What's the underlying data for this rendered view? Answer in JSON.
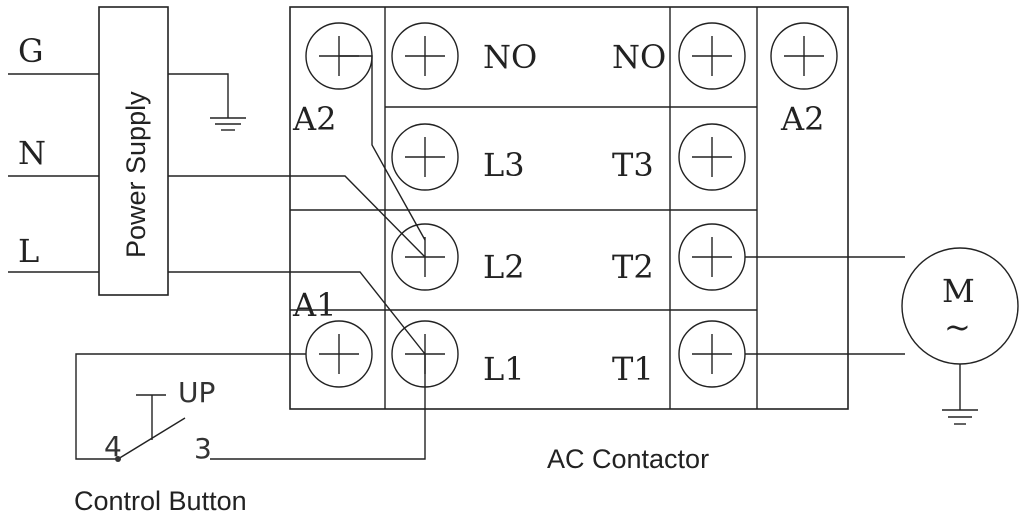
{
  "supply_lines": {
    "g": "G",
    "n": "N",
    "l": "L"
  },
  "power_supply": {
    "label": "Power Supply"
  },
  "contactor": {
    "caption": "AC Contactor",
    "coil_top_left": "A2",
    "coil_top_right": "A2",
    "coil_bottom_left": "A1",
    "rows": [
      {
        "left": "NO",
        "right": "NO"
      },
      {
        "left": "L3",
        "right": "T3"
      },
      {
        "left": "L2",
        "right": "T2"
      },
      {
        "left": "L1",
        "right": "T1"
      }
    ]
  },
  "motor": {
    "label": "M",
    "symbol": "~"
  },
  "control_button": {
    "caption": "Control Button",
    "up": "UP",
    "pin4": "4",
    "pin3": "3"
  }
}
